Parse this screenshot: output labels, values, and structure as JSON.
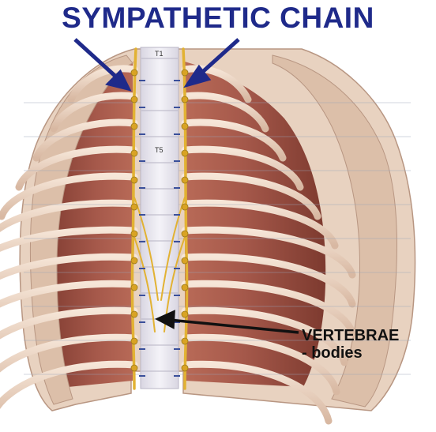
{
  "title": "SYMPATHETIC CHAIN",
  "vertebra_labels": [
    "T1",
    "T5"
  ],
  "callout": {
    "line1": "VERTEBRAE",
    "line2": "- bodies"
  },
  "colors": {
    "title": "#1f2a8a",
    "arrow_title": "#1f2a8a",
    "arrow_callout": "#111111",
    "muscle": "#a3584a",
    "rib": "#ead4c2",
    "nerve": "#e2b233",
    "spine": "#ecebf1"
  },
  "icons": [
    "down-arrow-left",
    "down-arrow-right",
    "callout-arrow"
  ]
}
